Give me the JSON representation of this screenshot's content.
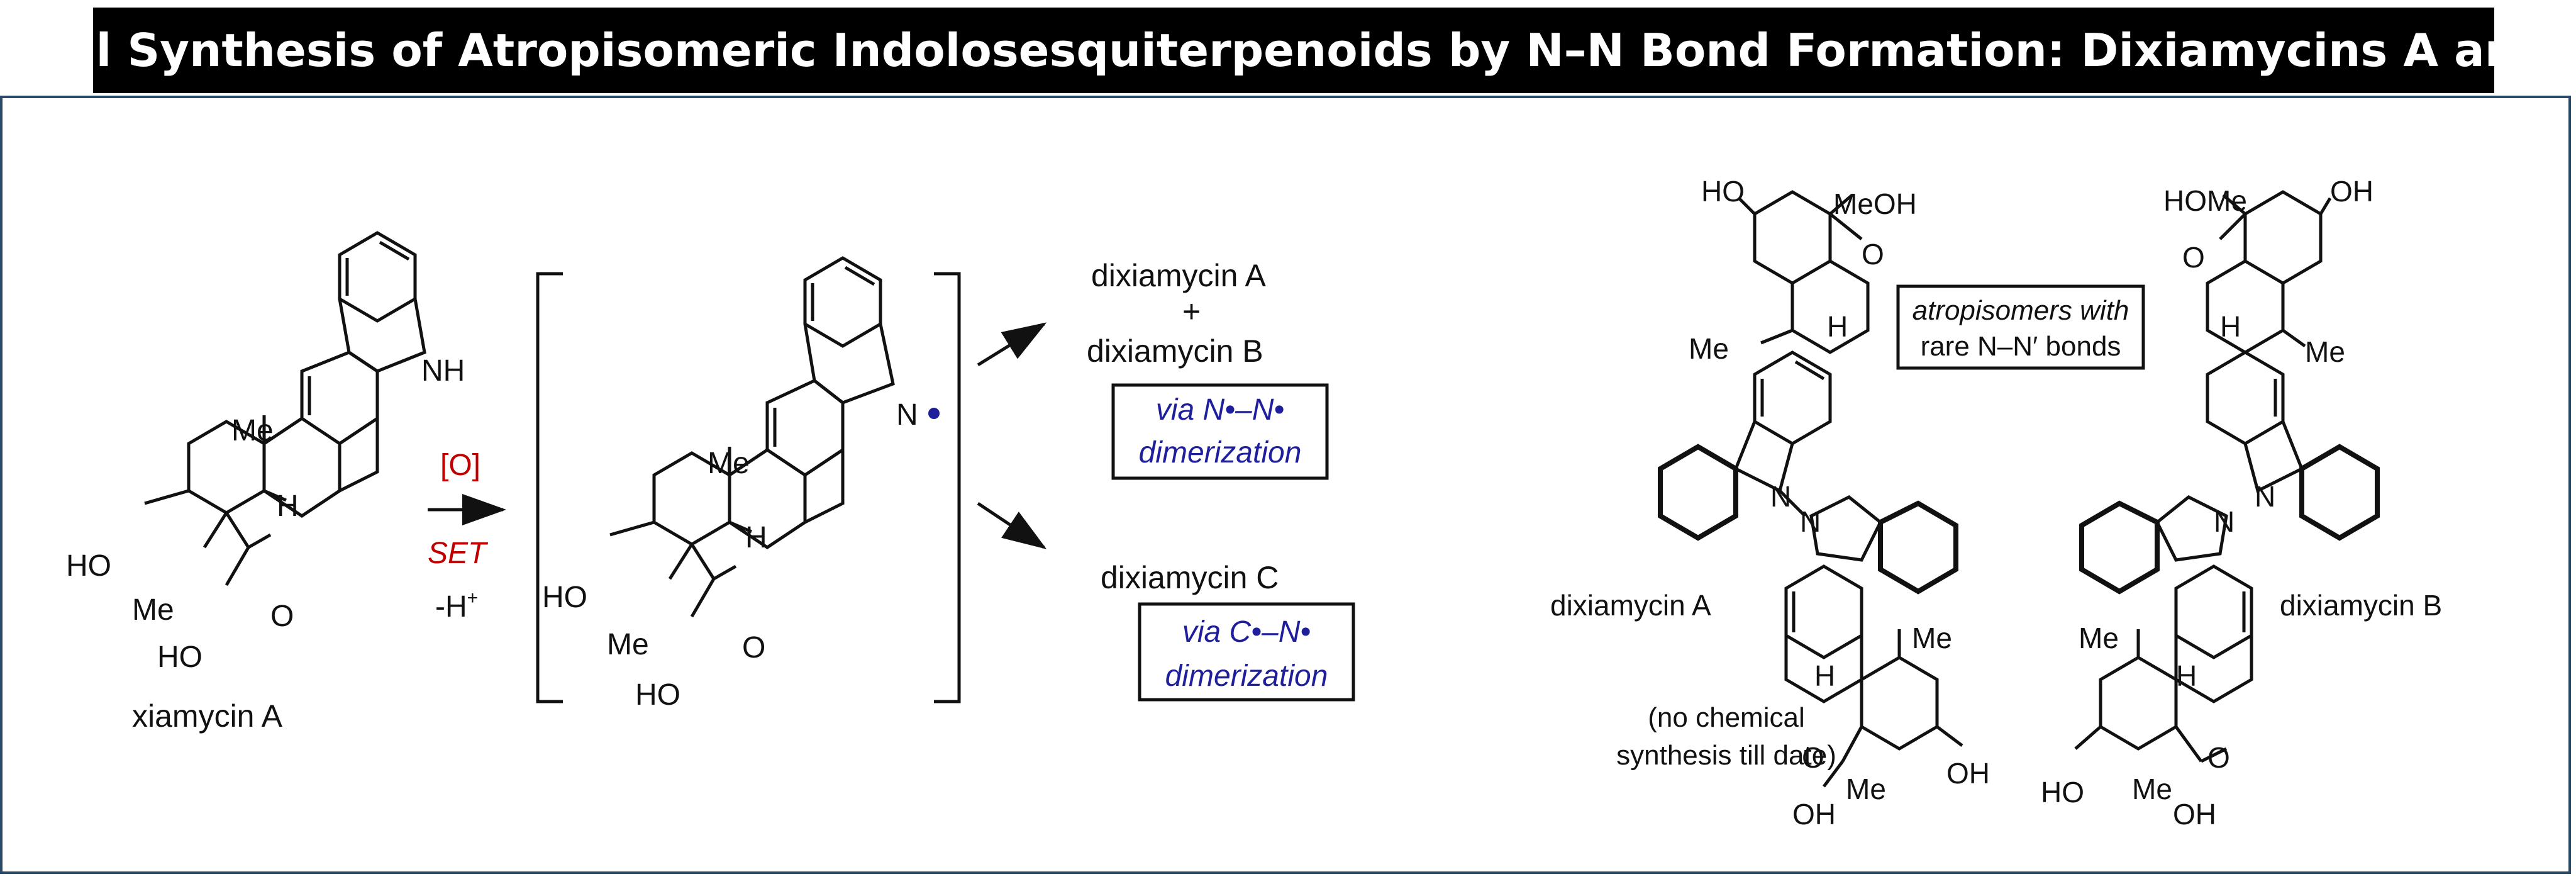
{
  "title": "Total Synthesis of Atropisomeric Indolosesquiterpenoids by N–N Bond Formation: Dixiamycins A and B",
  "colors": {
    "title_bg": "#000000",
    "title_text": "#ffffff",
    "frame": "#2b4a68",
    "red_label": "#c00000",
    "blue_label": "#1f1f9c",
    "ink": "#111111"
  },
  "reaction": {
    "start_label": "xiamycin A",
    "start_atoms": {
      "nh": "NH",
      "me": "Me",
      "h": "H",
      "ho": "HO",
      "me2": "Me",
      "o": "O",
      "ho2": "HO"
    },
    "oxidant": "[O]",
    "set": "SET",
    "minus_h": "-H",
    "minus_h_sup": "+",
    "intermediate_atoms": {
      "n": "N",
      "me": "Me",
      "h": "H",
      "ho": "HO",
      "me2": "Me",
      "o": "O",
      "ho2": "HO"
    }
  },
  "products": {
    "top_line1": "dixiamycin A",
    "top_plus": "+",
    "top_line2": "dixiamycin B",
    "via_nn": [
      "via N•–N•",
      "dimerization"
    ],
    "bottom": "dixiamycin C",
    "via_cn": [
      "via C•–N•",
      "dimerization"
    ]
  },
  "right": {
    "note": [
      "atropisomers with",
      "rare N–N′ bonds"
    ],
    "label_a": "dixiamycin A",
    "label_b": "dixiamycin B",
    "no_synth": [
      "(no chemical",
      "synthesis till date)"
    ],
    "atoms": {
      "a_ho": "HO",
      "a_meoh": "MeOH",
      "a_o": "O",
      "a_h": "H",
      "a_me": "Me",
      "a_n1": "N",
      "a_n2": "N",
      "a_me2": "Me",
      "a_h2": "H",
      "a_o2": "O",
      "a_me3": "Me",
      "a_oh": "OH",
      "a_oh2": "OH",
      "b_homee": "HOMe",
      "b_oh": "OH",
      "b_o": "O",
      "b_h": "H",
      "b_me": "Me",
      "b_n1": "N",
      "b_n2": "N",
      "b_me2": "Me",
      "b_h2": "H",
      "b_ho": "HO",
      "b_me3": "Me",
      "b_o2": "O",
      "b_oh2": "OH"
    }
  }
}
